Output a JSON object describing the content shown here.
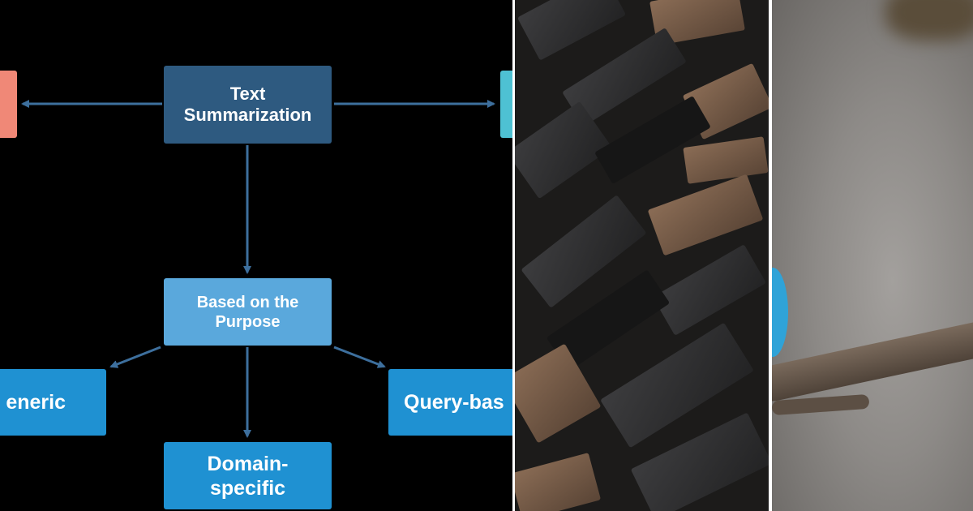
{
  "diagram": {
    "root": "Text\nSummarization",
    "middle": "Based on the\nPurpose",
    "leaves": {
      "left": "eneric",
      "right": "Query-bas",
      "bottom": "Domain-\nspecific"
    },
    "colors": {
      "root": "#2e5a80",
      "middle": "#5aa8dc",
      "leaf": "#1f91d2",
      "stub_left": "#f08877",
      "stub_right": "#4ec1d3",
      "arrow": "#3d6f9d",
      "background": "#000000"
    }
  },
  "photos": {
    "letterpress": "wooden-letterpress-type-photo",
    "branch": "tree-branch-photo"
  }
}
